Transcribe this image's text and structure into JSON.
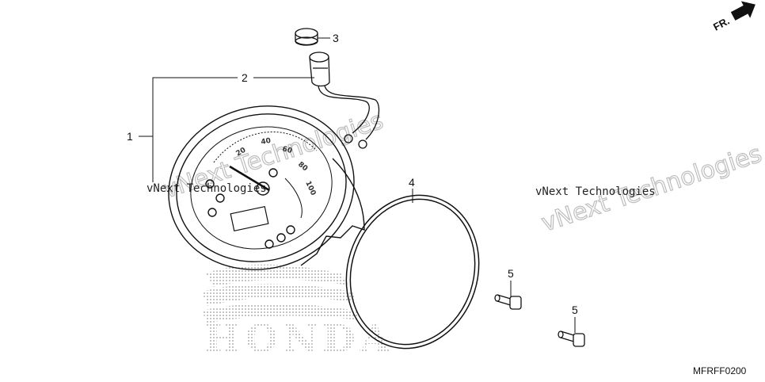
{
  "callouts": [
    "1",
    "2",
    "3",
    "4",
    "5",
    "5"
  ],
  "watermark": {
    "brand": "vNext Technologies",
    "small": "vNext Technologies",
    "logo_text": "HONDA"
  },
  "direction_label": "FR.",
  "figure_code": "MFRFF0200",
  "gauge_numbers": [
    "20",
    "40",
    "60",
    "80",
    "100"
  ],
  "colors": {
    "line": "#111111",
    "watermark": "#bdbdbd",
    "halftone": "#9a9a9a"
  }
}
